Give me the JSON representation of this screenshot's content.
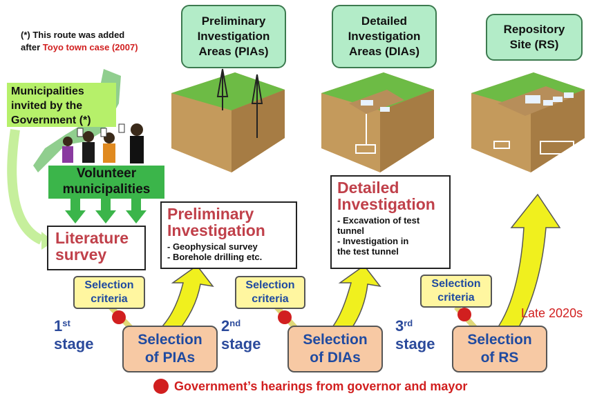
{
  "note": {
    "prefix": "(*) This route was added",
    "line2_prefix": "after ",
    "highlight": "Toyo town case (2007)"
  },
  "municipalities_invited": "Municipalities\ninvited by the\nGovernment (*)",
  "volunteer": "Volunteer\nmunicipalities",
  "sites": [
    {
      "label": "Preliminary\nInvestigation\nAreas (PIAs)"
    },
    {
      "label": "Detailed\nInvestigation\nAreas (DIAs)"
    },
    {
      "label": "Repository\nSite (RS)"
    }
  ],
  "literature": "Literature\nsurvey",
  "prelim": {
    "title": "Preliminary\nInvestigation",
    "bullets": [
      "- Geophysical survey",
      "- Borehole drilling etc."
    ]
  },
  "detailed": {
    "title": "Detailed\nInvestigation",
    "bullets": [
      "- Excavation of test\n  tunnel",
      "- Investigation in\n  the test tunnel"
    ]
  },
  "criteria": [
    "Selection\ncriteria",
    "Selection\ncriteria",
    "Selection\ncriteria"
  ],
  "stages": [
    {
      "num": "1",
      "sup": "st",
      "word": "stage"
    },
    {
      "num": "2",
      "sup": "nd",
      "word": "stage"
    },
    {
      "num": "3",
      "sup": "rd",
      "word": "stage"
    }
  ],
  "selections": [
    "Selection\nof PIAs",
    "Selection\nof DIAs",
    "Selection\nof RS"
  ],
  "late": "Late 2020s",
  "legend": "Government’s hearings from governor and mayor",
  "colors": {
    "red": "#d11f1f",
    "blue": "#1f4aa0",
    "green": "#3bb54a",
    "yellow_arrow": "#f0f01e"
  }
}
